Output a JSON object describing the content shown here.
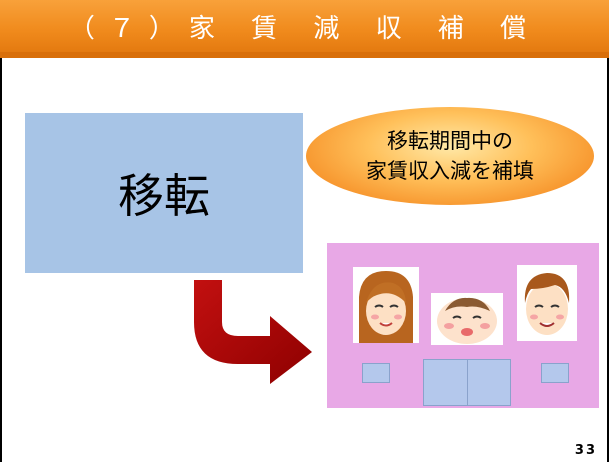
{
  "slide": {
    "title": "（７）家 賃 減 収 補 償",
    "move_label": "移転",
    "bubble": {
      "line1": "移転期間中の",
      "line2": "家賃収入減を補填"
    },
    "page_number": "33",
    "colors": {
      "title_bar": "#f08a1c",
      "move_box": "#a7c4e6",
      "bubble": "#f7962e",
      "house": "#e8a8e6",
      "arrow": "#b40000"
    },
    "icons": [
      "woman-face-icon",
      "baby-face-icon",
      "man-face-icon",
      "curved-arrow-icon"
    ]
  }
}
